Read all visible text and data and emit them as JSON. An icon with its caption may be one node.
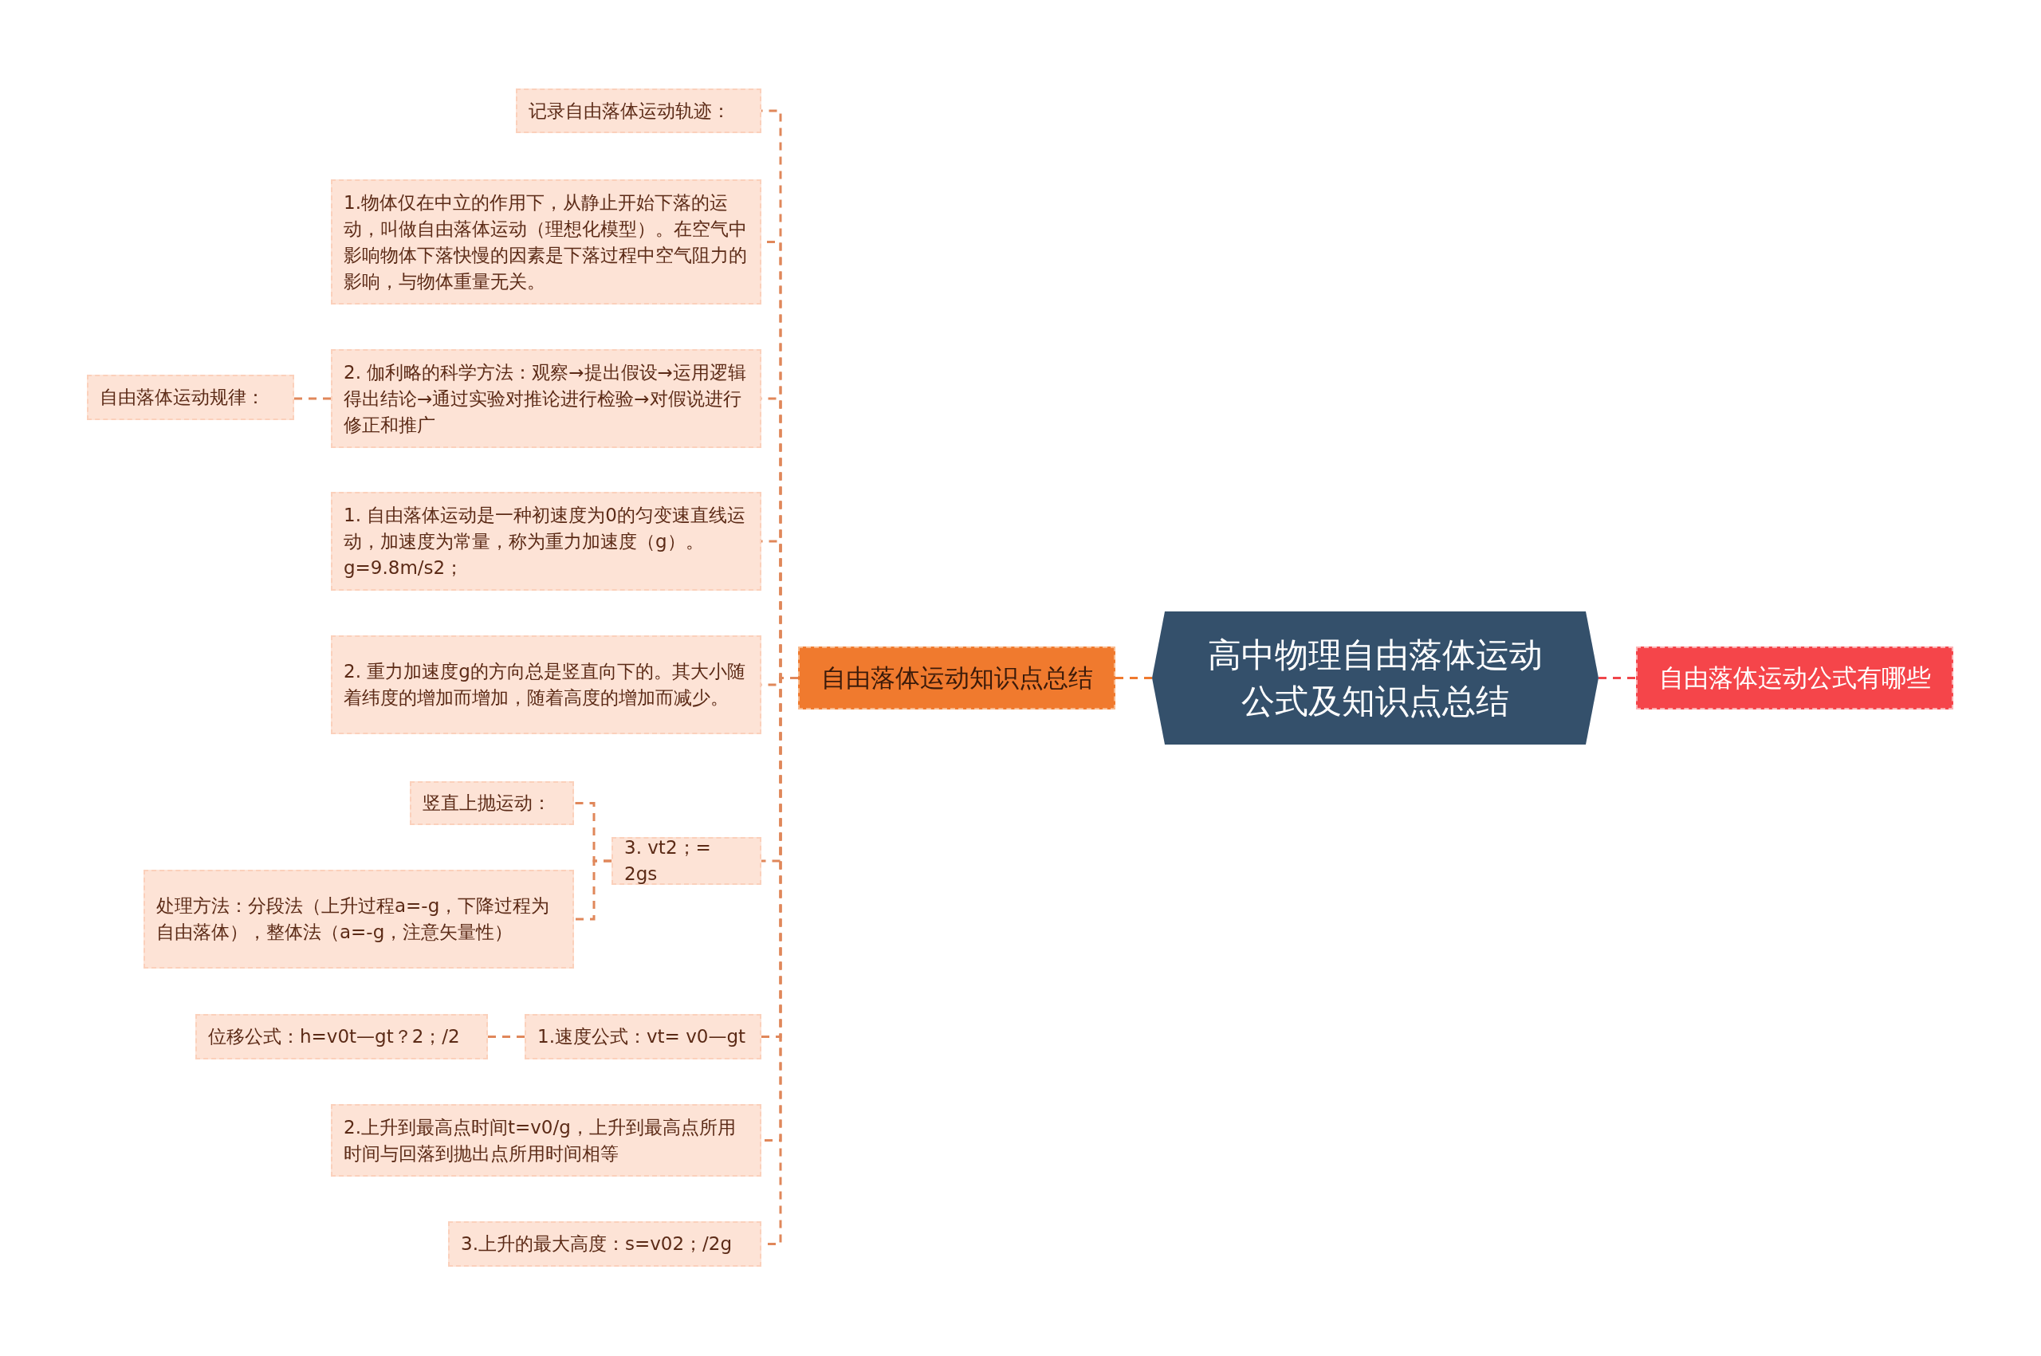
{
  "diagram": {
    "nodes": [
      {
        "text": [
          "高中物理自由落体运动公式及知识点总结"
        ]
      },
      {
        "text": [
          "自由落体运动知识点总结"
        ]
      },
      {
        "text": [
          "记录自由落体运动轨迹："
        ]
      },
      {
        "text": [
          "1.物体仅在中立的作用下，从静止开始下落的运动，叫做自由落体运动（理想化模型）。在空气中影响物体下落快慢的因素是下落过程中空气阻力的影响，与物体重量无关。"
        ]
      },
      {
        "text": [
          "2. 伽利略的科学方法：观察→提出假设→运用逻辑得出结论→通过实验对推论进行检验→对假说进行修正和推广"
        ]
      },
      {
        "text": [
          "自由落体运动规律："
        ]
      },
      {
        "text": [
          "1. 自由落体运动是一种初速度为0的匀变速直线运动，加速度为常量，称为重力加速度（g）。g=9.8m/s2；"
        ]
      },
      {
        "text": [
          "2. 重力加速度g的方向总是竖直向下的。其大小随着纬度的增加而增加，随着高度的增加而减少。"
        ]
      },
      {
        "text": [
          "3. vt2；= 2gs"
        ]
      },
      {
        "text": [
          "竖直上抛运动："
        ]
      },
      {
        "text": [
          "处理方法：分段法（上升过程a=-g，下降过程为自由落体），整体法（a=-g，注意矢量性）"
        ]
      },
      {
        "text": [
          "1.速度公式：vt= v0—gt"
        ]
      },
      {
        "text": [
          "位移公式：h=v0t—gt？2；/2"
        ]
      },
      {
        "text": [
          "2.上升到最高点时间t=v0/g，上升到最高点所用时间与回落到抛出点所用时间相等"
        ]
      },
      {
        "text": [
          "3.上升的最大高度：s=v02；/2g"
        ]
      },
      {
        "text": [
          "自由落体运动公式有哪些"
        ]
      }
    ],
    "edges": [
      {
        "from": 0,
        "to": 1,
        "arrow": "none",
        "color": "#f07a2e"
      },
      {
        "from": 1,
        "to": 2,
        "arrow": "none"
      },
      {
        "from": 1,
        "to": 3,
        "arrow": "none"
      },
      {
        "from": 1,
        "to": 4,
        "arrow": "none"
      },
      {
        "from": 4,
        "to": 5,
        "arrow": "none"
      },
      {
        "from": 1,
        "to": 6,
        "arrow": "none"
      },
      {
        "from": 1,
        "to": 7,
        "arrow": "none"
      },
      {
        "from": 1,
        "to": 8,
        "arrow": "none"
      },
      {
        "from": 8,
        "to": 9,
        "arrow": "none"
      },
      {
        "from": 8,
        "to": 10,
        "arrow": "none"
      },
      {
        "from": 1,
        "to": 11,
        "arrow": "none"
      },
      {
        "from": 11,
        "to": 12,
        "arrow": "none"
      },
      {
        "from": 1,
        "to": 13,
        "arrow": "none"
      },
      {
        "from": 1,
        "to": 14,
        "arrow": "none"
      },
      {
        "from": 0,
        "to": 15,
        "arrow": "none",
        "color": "#f0454a"
      }
    ]
  }
}
